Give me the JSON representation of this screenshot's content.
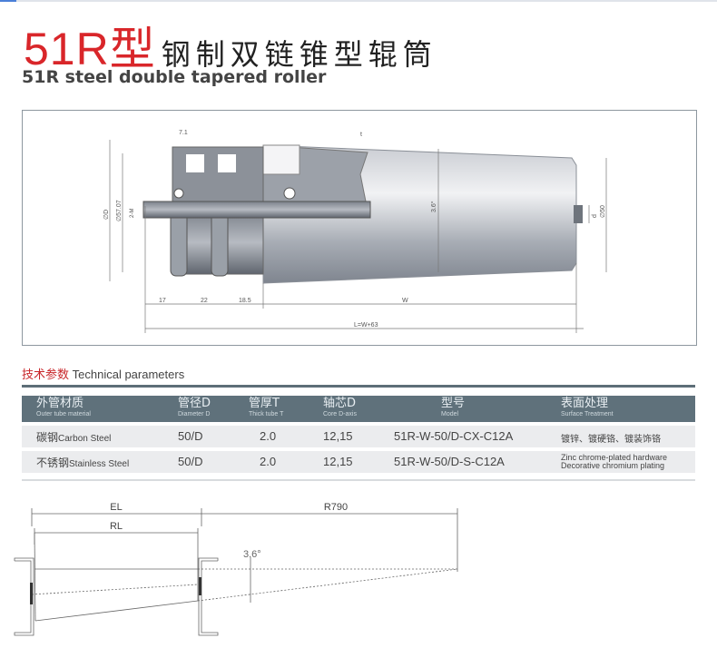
{
  "header": {
    "title_red": "51R型",
    "title_black": "钢制双链锥型辊筒",
    "subtitle": "51R steel double tapered roller"
  },
  "drawing": {
    "dims": {
      "tooth_pitch": "7.1",
      "thickness": "t",
      "diameter_D": "∅D",
      "sprocket_dia": "∅57.07",
      "bore": "2-M",
      "angle": "3.6°",
      "shaft_d": "d",
      "end_dia": "∅50",
      "d1": "17",
      "d2": "22",
      "d3": "18.5",
      "width": "W",
      "length": "L=W+63"
    }
  },
  "section": {
    "title_cn": "技术参数",
    "title_en": "Technical parameters"
  },
  "table": {
    "headers": [
      {
        "cn": "外管材质",
        "en": "Outer tube material"
      },
      {
        "cn": "管径D",
        "en": "Diameter D"
      },
      {
        "cn": "管厚T",
        "en": "Thick tube T"
      },
      {
        "cn": "轴芯D",
        "en": "Core D-axis"
      },
      {
        "cn": "型号",
        "en": "Model"
      },
      {
        "cn": "表面处理",
        "en": "Surface Treatment"
      }
    ],
    "rows": [
      {
        "material_cn": "碳钢",
        "material_en": "Carbon Steel",
        "diameter": "50/D",
        "thick": "2.0",
        "core": "12,15",
        "model": "51R-W-50/D-CX-C12A",
        "surface": "镀锌、镀硬铬、镀装饰铬",
        "surface2": ""
      },
      {
        "material_cn": "不锈钢",
        "material_en": "Stainless Steel",
        "diameter": "50/D",
        "thick": "2.0",
        "core": "12,15",
        "model": "51R-W-50/D-S-C12A",
        "surface": "Zinc  chrome-plated hardware",
        "surface2": "Decorative  chromium plating"
      }
    ]
  },
  "layout_diagram": {
    "el": "EL",
    "rl": "RL",
    "radius": "R790",
    "angle": "3.6°"
  }
}
